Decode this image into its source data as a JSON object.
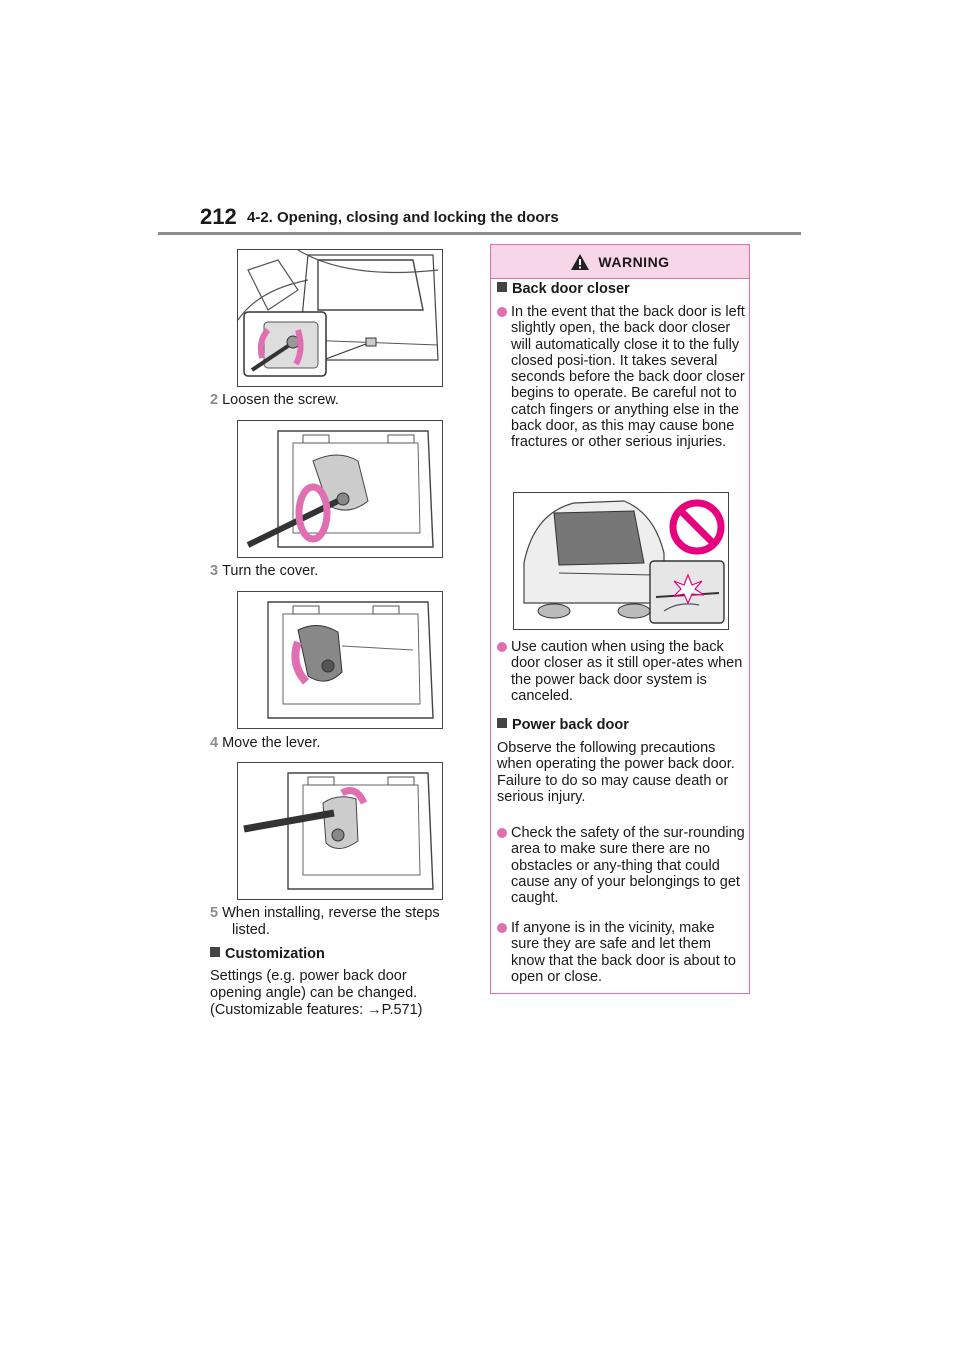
{
  "header": {
    "page_number": "212",
    "section_title": "4-2. Opening, closing and locking the doors"
  },
  "steps": [
    {
      "num": "2",
      "text": "Loosen the screw."
    },
    {
      "num": "3",
      "text": "Turn the cover."
    },
    {
      "num": "4",
      "text": "Move the lever."
    },
    {
      "num": "5",
      "text": "When installing, reverse the steps listed."
    }
  ],
  "customization": {
    "heading": "Customization",
    "text": "Settings (e.g. power back door opening angle) can be changed. (Customizable features: →P.571)"
  },
  "warning": {
    "title": "WARNING",
    "sections": [
      {
        "heading": "Back door closer",
        "bullets": [
          "In the event that the back door is left slightly open, the back door closer will automatically close it to the fully closed posi-tion. It takes several seconds before the back door closer begins to operate. Be careful not to catch fingers or anything else in the back door, as this may cause bone fractures or other serious injuries.",
          "Use caution when using the back door closer as it still oper-ates when the power back door system is canceled."
        ]
      },
      {
        "heading": "Power back door",
        "intro": "Observe the following precautions when operating the power back door.",
        "intro2": "Failure to do so may cause death or serious injury.",
        "bullets": [
          "Check the safety of the sur-rounding area to make sure there are no obstacles or any-thing that could cause any of your belongings to get caught.",
          "If anyone is in the vicinity, make sure they are safe and let them know that the back door is about to open or close."
        ]
      }
    ]
  },
  "colors": {
    "accent_pink": "#e06fb1",
    "warning_header_bg": "#f7d6e9",
    "prohibit_red": "#e6007e",
    "rule_gray": "#8c8c8c"
  }
}
